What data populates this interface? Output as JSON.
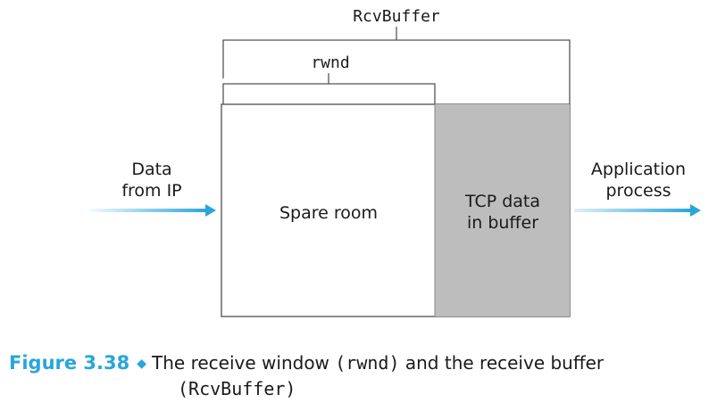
{
  "labels": {
    "rcvbuffer": "RcvBuffer",
    "rwnd": "rwnd",
    "data_from_ip_line1": "Data",
    "data_from_ip_line2": "from IP",
    "spare_room": "Spare room",
    "tcp_data_line1": "TCP data",
    "tcp_data_line2": "in buffer",
    "app_line1": "Application",
    "app_line2": "process"
  },
  "caption": {
    "figure_label": "Figure 3.38",
    "text_part1": "The receive window ",
    "code_rwnd": "(rwnd)",
    "text_part2": " and the receive buffer",
    "code_rcvbuffer": "(RcvBuffer)"
  },
  "colors": {
    "accent": "#29a5dc",
    "tcp_fill": "#bdbdbd",
    "arrow": "#29a5dc"
  }
}
